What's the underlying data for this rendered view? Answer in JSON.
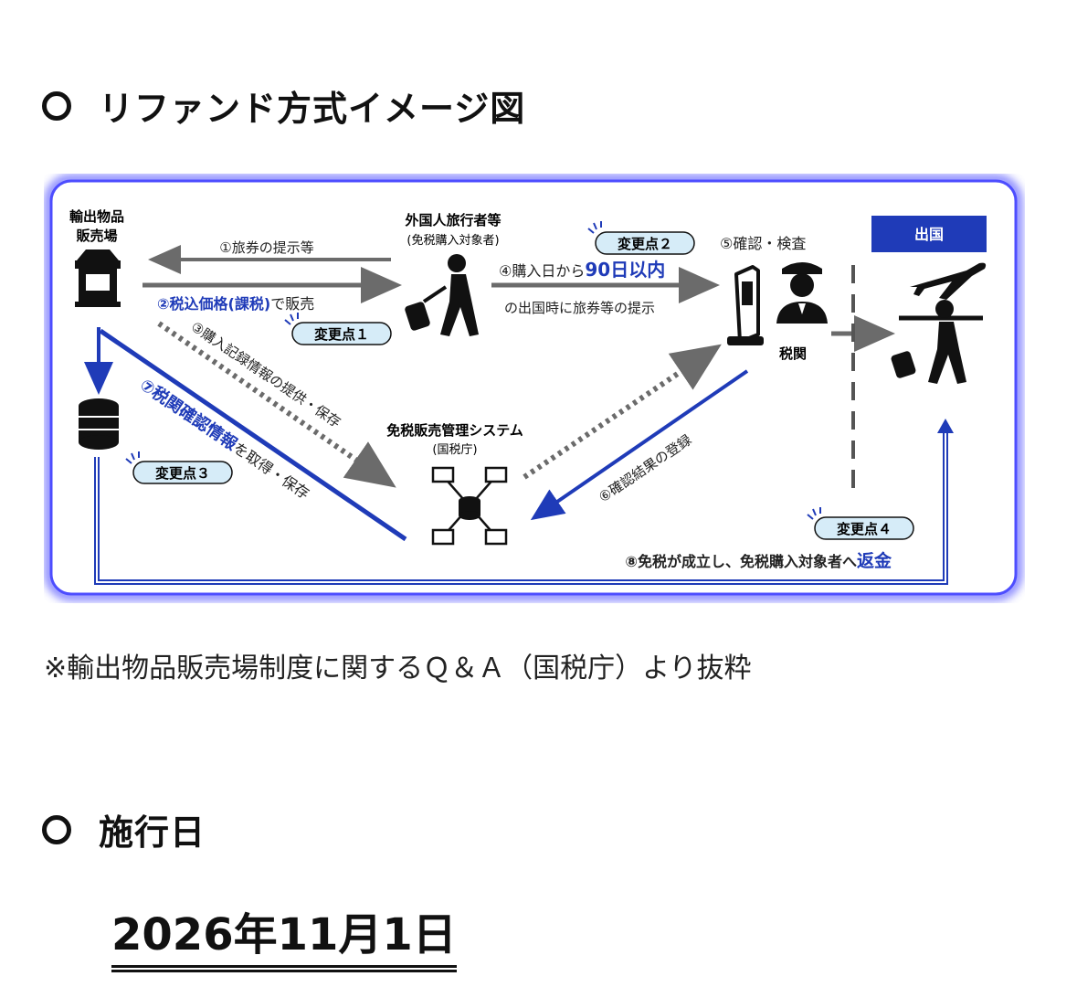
{
  "section1": {
    "title": "リファンド方式イメージ図"
  },
  "diagram": {
    "shop_line1": "輸出物品",
    "shop_line2": "販売場",
    "traveler_line1": "外国人旅行者等",
    "traveler_line2": "(免税購入対象者)",
    "arrow1": "①旅券の提示等",
    "arrow2_emph": "②税込価格(課税)",
    "arrow2_rest": "で販売",
    "badge1": "変更点１",
    "badge2": "変更点２",
    "badge3": "変更点３",
    "badge4": "変更点４",
    "arrow3": "③購入記録情報の提供・保存",
    "arrow4_prefix": "④購入日から",
    "arrow4_emph": "90日以内",
    "arrow4_line2": "の出国時に旅券等の提示",
    "arrow5": "⑤確認・検査",
    "customs": "税関",
    "departure": "出国",
    "system_line1": "免税販売管理システム",
    "system_line2": "(国税庁)",
    "arrow6": "⑥確認結果の登録",
    "arrow7_emph": "⑦税関確認情報",
    "arrow7_rest": "を取得・保存",
    "arrow8_prefix": "⑧免税が成立し、免税購入対象者へ",
    "arrow8_emph": "返金",
    "colors": {
      "blue": "#1f3bb8",
      "gray": "#6b6b6b",
      "badge_bg": "#d6ecf8",
      "glow": "#5a5aff"
    }
  },
  "note": "※輸出物品販売場制度に関するＱ＆Ａ（国税庁）より抜粋",
  "section2": {
    "title": "施行日"
  },
  "effective_date": "2026年11月1日"
}
